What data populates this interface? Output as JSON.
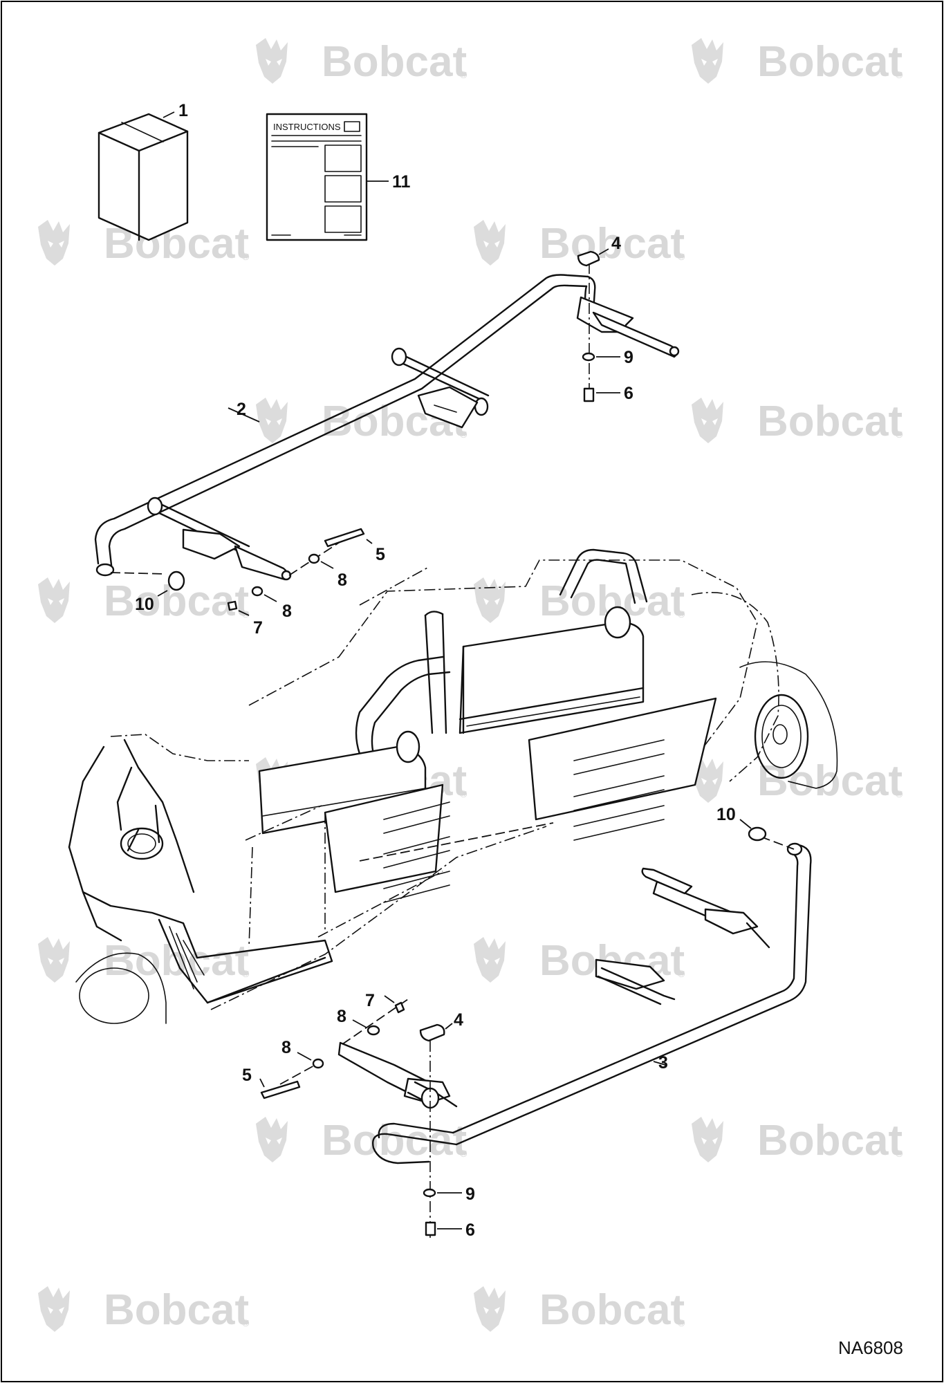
{
  "watermark": {
    "brand": "Bobcat",
    "mark": "®"
  },
  "instructions_label": "INSTRUCTIONS",
  "drawing_code": "NA6808",
  "callouts": [
    {
      "id": "c1",
      "text": "1"
    },
    {
      "id": "c11",
      "text": "11"
    },
    {
      "id": "c4a",
      "text": "4"
    },
    {
      "id": "c9a",
      "text": "9"
    },
    {
      "id": "c6a",
      "text": "6"
    },
    {
      "id": "c2",
      "text": "2"
    },
    {
      "id": "c5a",
      "text": "5"
    },
    {
      "id": "c8a",
      "text": "8"
    },
    {
      "id": "c8b",
      "text": "8"
    },
    {
      "id": "c10a",
      "text": "10"
    },
    {
      "id": "c7a",
      "text": "7"
    },
    {
      "id": "c10b",
      "text": "10"
    },
    {
      "id": "c7b",
      "text": "7"
    },
    {
      "id": "c8c",
      "text": "8"
    },
    {
      "id": "c4b",
      "text": "4"
    },
    {
      "id": "c8d",
      "text": "8"
    },
    {
      "id": "c5b",
      "text": "5"
    },
    {
      "id": "c3",
      "text": "3"
    },
    {
      "id": "c9b",
      "text": "9"
    },
    {
      "id": "c6b",
      "text": "6"
    }
  ]
}
